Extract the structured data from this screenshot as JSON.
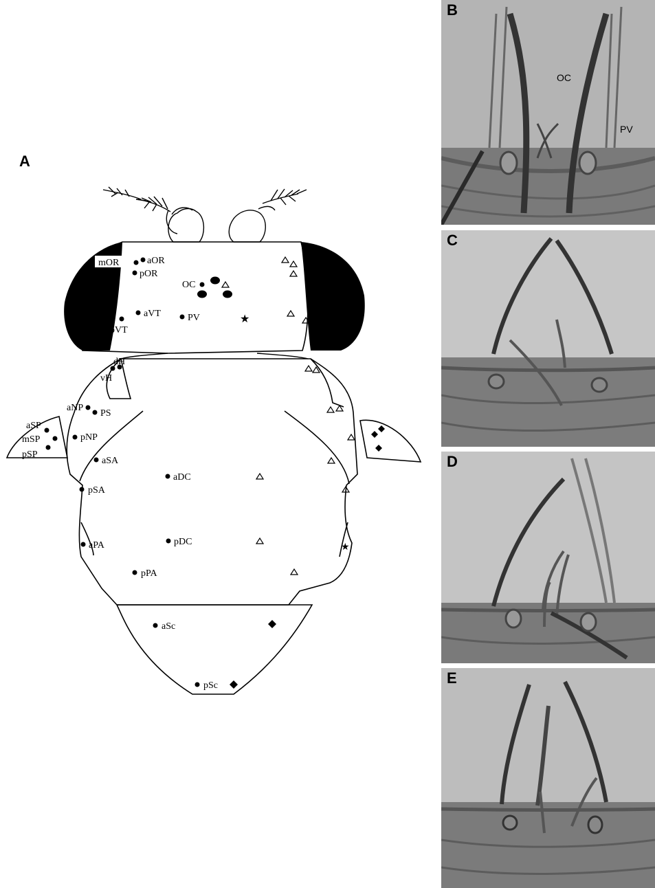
{
  "panel_a": {
    "letter": "A",
    "labels": {
      "mOR": "mOR",
      "aOR": "aOR",
      "pOR": "pOR",
      "OC": "OC",
      "aVT": "aVT",
      "pVT": "pVT",
      "PV": "PV",
      "dH": "dH",
      "vH": "vH",
      "aNP": "aNP",
      "PS": "PS",
      "pNP": "pNP",
      "aSP": "aSP",
      "mSP": "mSP",
      "pSP": "pSP",
      "aSA": "aSA",
      "pSA": "pSA",
      "aDC": "aDC",
      "pDC": "pDC",
      "aPA": "aPA",
      "pPA": "pPA",
      "aSc": "aSc",
      "pSc": "pSc"
    },
    "legend_symbols": [
      "filled-circle",
      "open-triangle",
      "filled-diamond",
      "star"
    ]
  },
  "photos": [
    {
      "letter": "B",
      "labels": {
        "oc": "OC",
        "pv": "PV"
      }
    },
    {
      "letter": "C"
    },
    {
      "letter": "D"
    },
    {
      "letter": "E"
    }
  ]
}
